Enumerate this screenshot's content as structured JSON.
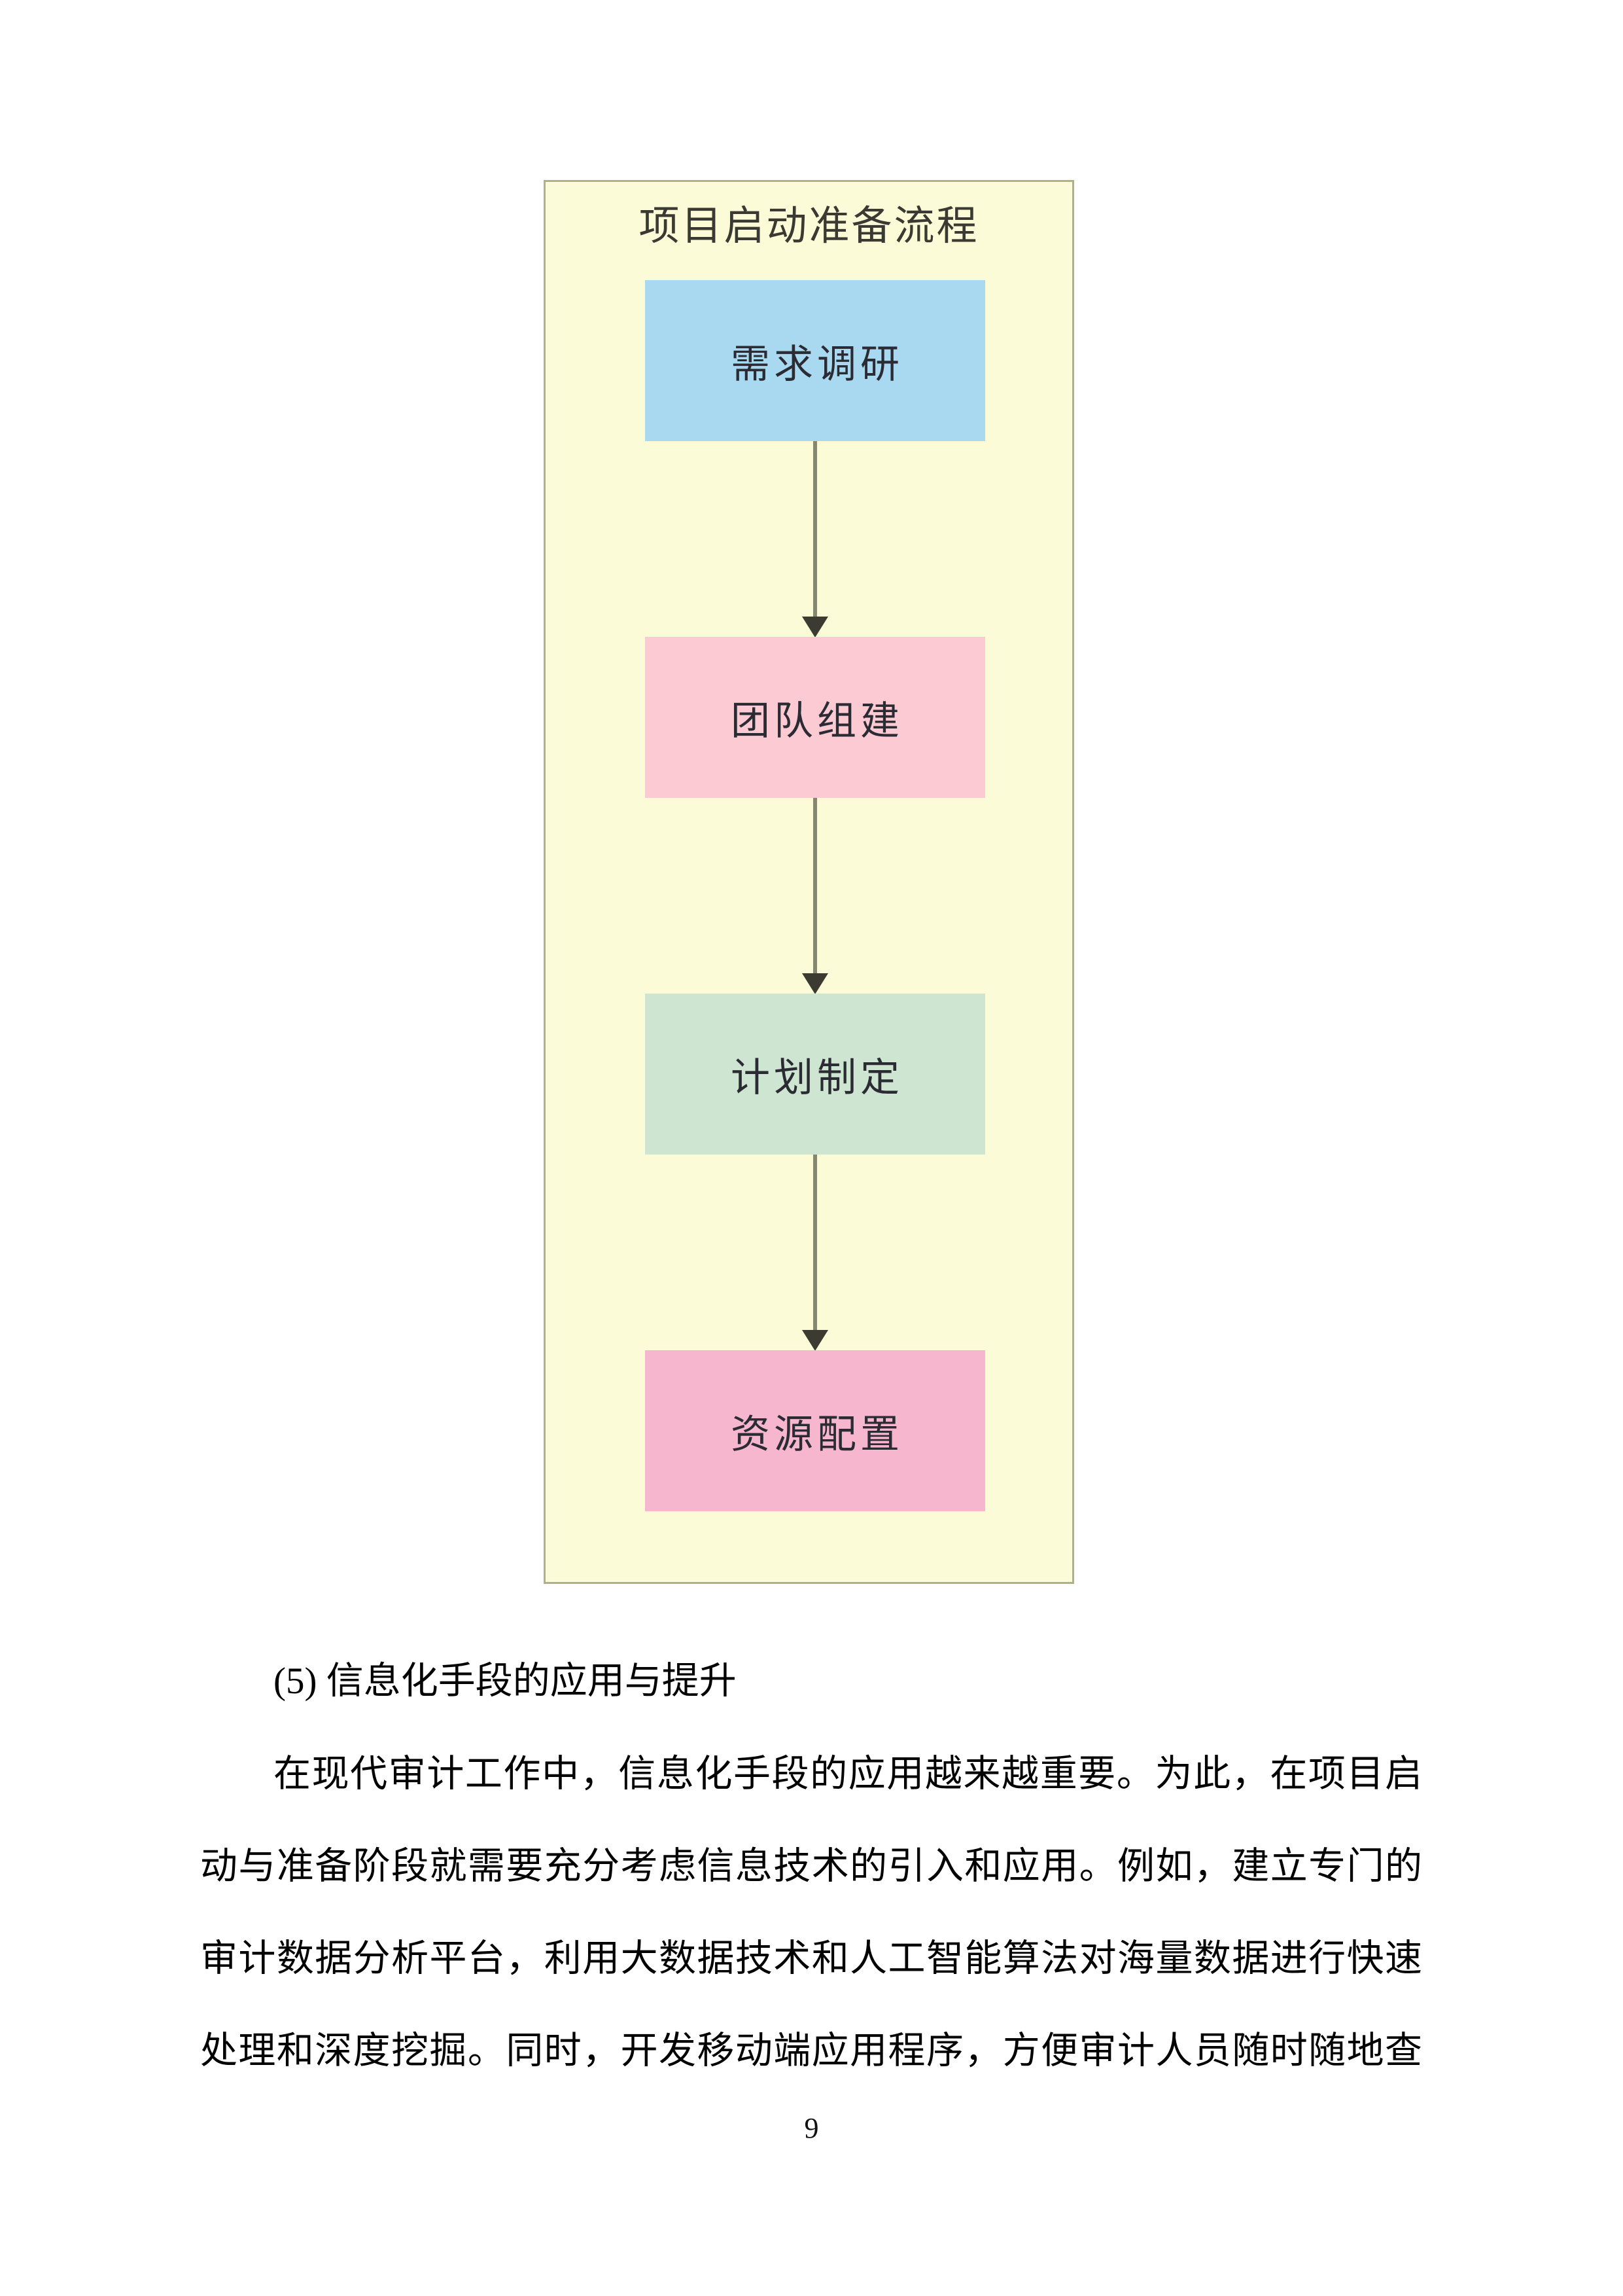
{
  "flowchart": {
    "title": "项目启动准备流程",
    "container_bg": "#fbfbd8",
    "container_border_color": "#b0b37f",
    "arrow_line_color": "#85876f",
    "arrow_head_color": "#3b3b31",
    "steps": [
      {
        "label": "需求调研",
        "bg": "#a9d8f1"
      },
      {
        "label": "团队组建",
        "bg": "#fbcad2"
      },
      {
        "label": "计划制定",
        "bg": "#cee5d1"
      },
      {
        "label": "资源配置",
        "bg": "#f6b6cd"
      }
    ]
  },
  "content": {
    "heading": "(5) 信息化手段的应用与提升",
    "paragraph_lines": [
      "在现代审计工作中，信息化手段的应用越来越重要。为此，在项目启",
      "动与准备阶段就需要充分考虑信息技术的引入和应用。例如，建立专门的",
      "审计数据分析平台，利用大数据技术和人工智能算法对海量数据进行快速",
      "处理和深度挖掘。同时，开发移动端应用程序，方便审计人员随时随地查"
    ]
  },
  "footer": {
    "page_number": "9"
  }
}
